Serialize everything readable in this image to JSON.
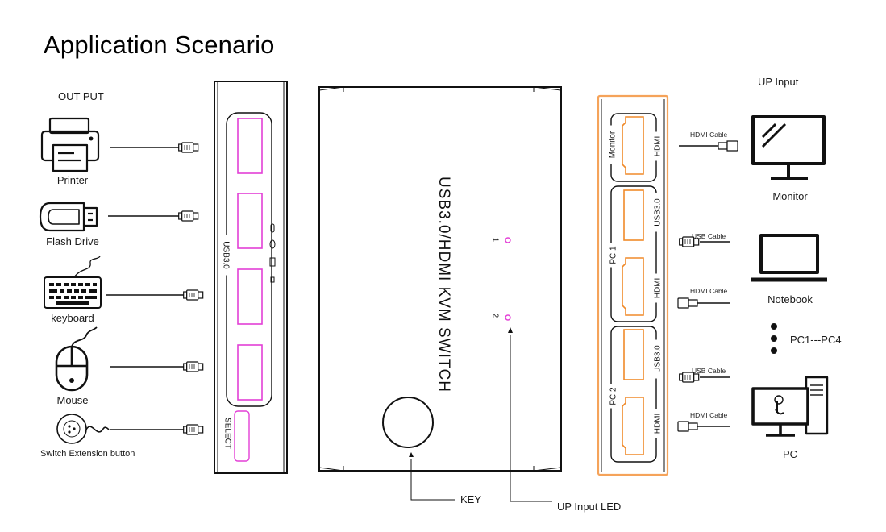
{
  "title": "Application Scenario",
  "output": {
    "heading": "OUT PUT",
    "devices": [
      {
        "label": "Printer",
        "icon": "printer-icon"
      },
      {
        "label": "Flash Drive",
        "icon": "flash-drive-icon"
      },
      {
        "label": "keyboard",
        "icon": "keyboard-icon"
      },
      {
        "label": "Mouse",
        "icon": "mouse-icon"
      },
      {
        "label": "Switch Extension button",
        "icon": "switch-button-icon"
      }
    ]
  },
  "left_panel": {
    "port_group_label": "USB3.0",
    "select_label": "SELECT"
  },
  "switch": {
    "name": "USB3.0/HDMI KVM SWITCH",
    "led_labels": [
      "1",
      "2"
    ],
    "key_callout": "KEY",
    "led_callout": "UP Input LED"
  },
  "right_panel": {
    "ports": {
      "monitor_side": "Monitor",
      "hdmi": "HDMI",
      "usb": "USB3.0",
      "pc1": "PC 1",
      "pc2": "PC 2"
    }
  },
  "input": {
    "heading": "UP Input",
    "cables": [
      "HDMI Cable",
      "USB Cable",
      "HDMI Cable",
      "USB Cable",
      "HDMI Cable"
    ],
    "devices": [
      {
        "label": "Monitor",
        "icon": "monitor-icon"
      },
      {
        "label": "Notebook",
        "icon": "notebook-icon"
      },
      {
        "label": "PC1---PC4",
        "icon": "more-dots-icon"
      },
      {
        "label": "PC",
        "icon": "pc-icon"
      }
    ]
  },
  "colors": {
    "usb_port": "#e33fd6",
    "hdmi_port": "#f08a2a",
    "led": "#e33fd6",
    "panel_outline": "#f5a35a",
    "line": "#111111"
  }
}
